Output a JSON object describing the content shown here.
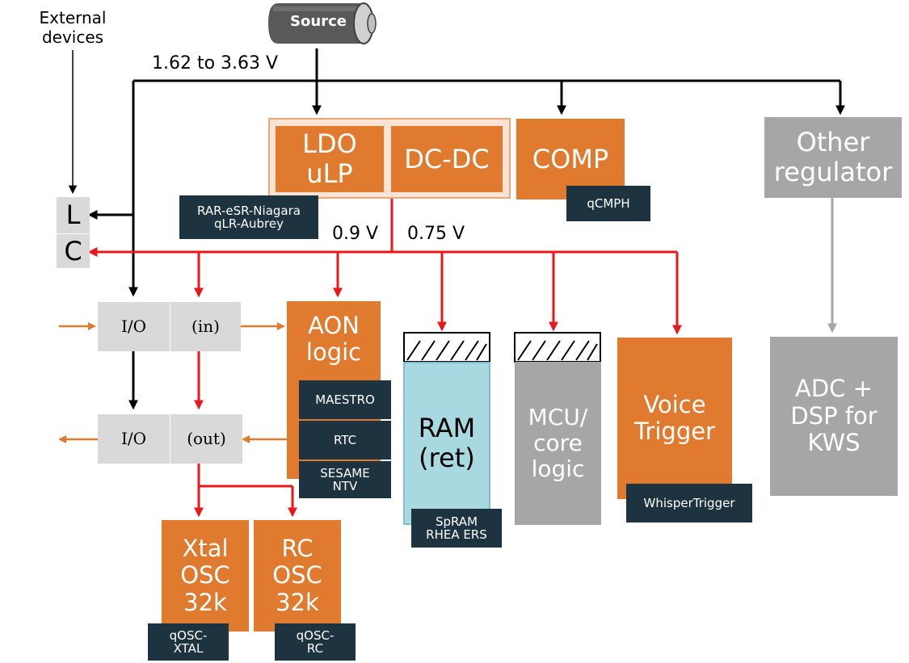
{
  "colors": {
    "block_orange": "#e07a2e",
    "block_gray": "#a6a6a6",
    "block_light_gray": "#d9d9d9",
    "ram_cyan": "#a8d8e0",
    "tag_dark": "#1d3440",
    "wire_red": "#e8191b",
    "wire_black": "#000000",
    "wire_gray": "#a6a6a6",
    "wire_orange": "#e07a2e"
  },
  "labels": {
    "external_devices": "External\ndevices",
    "source": "Source",
    "supply_range": "1.62 to 3.63 V",
    "v_09": "0.9 V",
    "v_075": "0.75 V"
  },
  "blocks": {
    "ldo": "LDO\nuLP",
    "dcdc": "DC-DC",
    "comp": "COMP",
    "other_regulator": "Other\nregulator",
    "lc_l": "L",
    "lc_c": "C",
    "io_in_left": "I/O",
    "io_in_right": "(in)",
    "io_out_left": "I/O",
    "io_out_right": "(out)",
    "aon_logic": "AON\nlogic",
    "ram": "RAM\n(ret)",
    "mcu": "MCU/\ncore\nlogic",
    "voice_trigger": "Voice\nTrigger",
    "adc_dsp": "ADC +\nDSP for\nKWS",
    "xtal_osc": "Xtal\nOSC\n32k",
    "rc_osc": "RC\nOSC\n32k"
  },
  "tags": {
    "rar": "RAR-eSR-Niagara\nqLR-Aubrey",
    "qcmph": "qCMPH",
    "maestro": "MAESTRO",
    "rtc": "RTC",
    "sesame": "SESAME\nNTV",
    "spram": "SpRAM\nRHEA ERS",
    "whisper": "WhisperTrigger",
    "qosc_xtal": "qOSC-\nXTAL",
    "qosc_rc": "qOSC-\nRC"
  }
}
